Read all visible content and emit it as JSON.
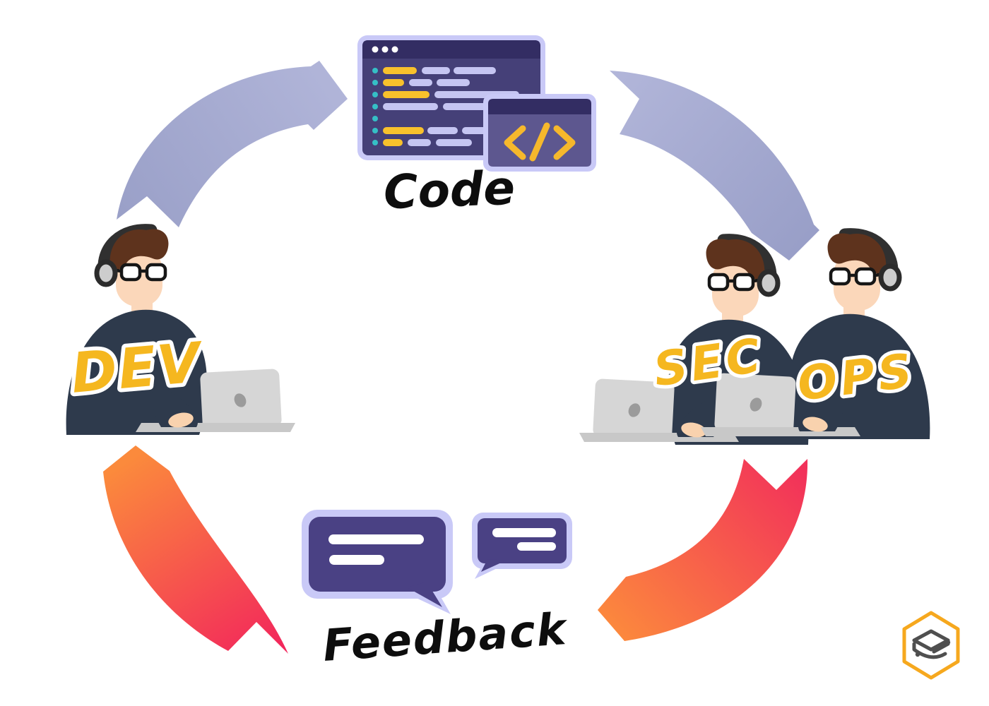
{
  "diagram": {
    "type": "cycle-illustration",
    "labels": {
      "code": "Code",
      "feedback": "Feedback",
      "dev": "DEV",
      "sec": "SEC",
      "ops": "OPS"
    },
    "nodes": [
      {
        "id": "code",
        "label": "Code",
        "icon": "code-editor-window-icon"
      },
      {
        "id": "secops",
        "label": "SEC / OPS",
        "icon": "two-people-at-laptops-icon"
      },
      {
        "id": "feedback",
        "label": "Feedback",
        "icon": "chat-bubbles-icon"
      },
      {
        "id": "dev",
        "label": "DEV",
        "icon": "person-at-laptop-icon"
      }
    ],
    "arrows": [
      {
        "from": "DEV",
        "to": "Code",
        "color_style": "lavender"
      },
      {
        "from": "Code",
        "to": "SEC/OPS",
        "color_style": "lavender"
      },
      {
        "from": "SEC/OPS",
        "to": "Feedback",
        "color_style": "orange-pink-gradient"
      },
      {
        "from": "Feedback",
        "to": "DEV",
        "color_style": "orange-pink-gradient"
      }
    ],
    "icons": [
      "code-editor-window-icon",
      "code-tag-icon",
      "chat-bubble-large-icon",
      "chat-bubble-small-icon",
      "headphones-icon",
      "glasses-icon",
      "laptop-icon",
      "hexagon-s-logo-icon"
    ],
    "colors": {
      "background": "#ffffff",
      "lavender_arrow": "#a5aacf",
      "warm_gradient_orange": "#fb8a3c",
      "warm_gradient_pink": "#f2315a",
      "editor_body": "#454078",
      "editor_titlebar": "#332d63",
      "editor_border": "#c9c9f7",
      "code_yellow": "#f8c12c",
      "code_lavender": "#c5c5f2",
      "code_teal": "#35bfc6",
      "bubble_fill": "#4a4184",
      "label_yellow": "#f5b71f",
      "label_black": "#0d0d0d",
      "sweater": "#2e3a4c",
      "skin": "#fbd7ba",
      "hair": "#5e331d",
      "laptop_gray": "#d6d6d6",
      "logo_orange": "#f6a81e",
      "logo_gray": "#4f4f4f"
    }
  }
}
